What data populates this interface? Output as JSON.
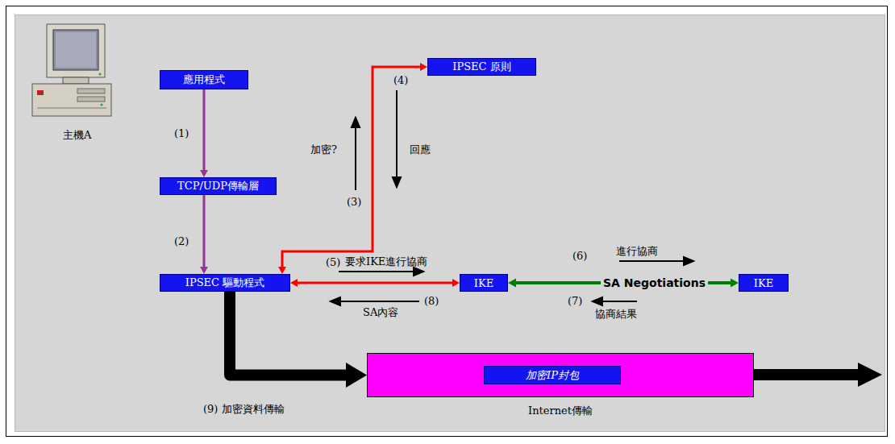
{
  "diagram": {
    "nodes": [
      {
        "text": [
          "應用程式"
        ]
      },
      {
        "text": [
          "TCP/UDP傳輸層"
        ]
      },
      {
        "text": [
          "IPSEC 驅動程式"
        ]
      },
      {
        "text": [
          "IPSEC 原則"
        ]
      },
      {
        "text": [
          "IKE"
        ]
      },
      {
        "text": [
          "IKE"
        ]
      },
      {
        "text": [
          "Internet傳輸"
        ]
      },
      {
        "text": [
          "加密IP封包"
        ],
        "in": 6
      }
    ],
    "edges": [
      {
        "from": 0,
        "to": 1,
        "arrow": "to"
      },
      {
        "from": 1,
        "to": 2,
        "arrow": "to"
      },
      {
        "from": 2,
        "to": 3,
        "arrow": "both"
      },
      {
        "from": 2,
        "to": 4,
        "arrow": "both"
      },
      {
        "from": 4,
        "to": 5,
        "label": "SA Negotiations",
        "arrow": "both"
      },
      {
        "from": 2,
        "to": 6,
        "arrow": "to"
      }
    ],
    "labels": [
      "主機A",
      "(1)",
      "(2)",
      "(3)",
      "加密?",
      "(4)",
      "回應",
      "(5)",
      "要求IKE進行協商",
      "(8)",
      "SA內容",
      "(6)",
      "進行協商",
      "(7)",
      "協商結果",
      "(9)  加密資料傳輸"
    ]
  }
}
